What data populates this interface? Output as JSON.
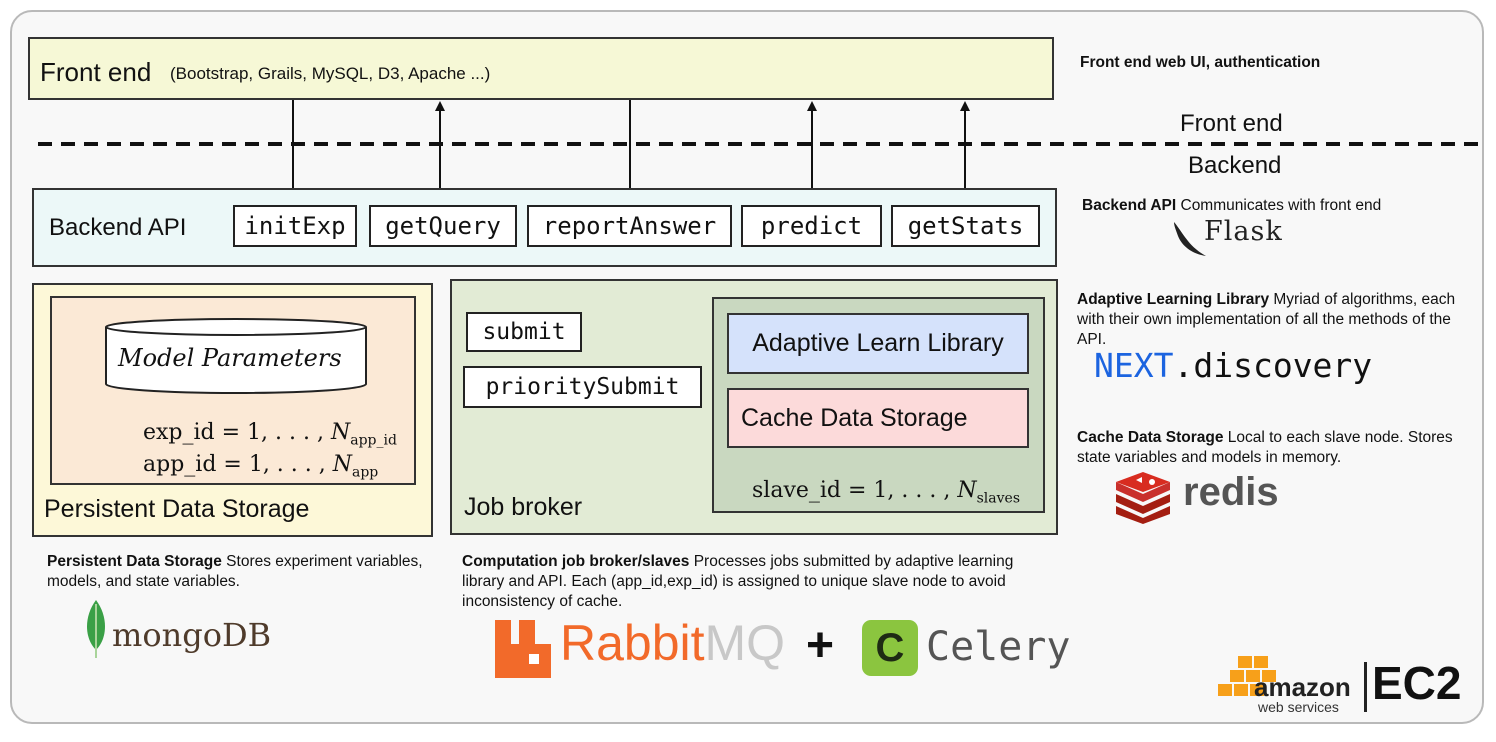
{
  "frontend_box": {
    "title": "Front end",
    "subtitle": "(Bootstrap, Grails, MySQL, D3, Apache ...)"
  },
  "divider": {
    "top_label": "Front end",
    "bottom_label": "Backend"
  },
  "backend_api": {
    "title": "Backend API",
    "methods": [
      "initExp",
      "getQuery",
      "reportAnswer",
      "predict",
      "getStats"
    ]
  },
  "persistent": {
    "title": "Persistent Data Storage",
    "cylinder_label": "Model Parameters",
    "eq1_lhs": "exp_id = 1, . . . , ",
    "eq1_N": "N",
    "eq1_sub": "app_id",
    "eq2_lhs": "app_id = 1, . . . , ",
    "eq2_N": "N",
    "eq2_sub": "app"
  },
  "job_broker": {
    "title": "Job broker",
    "submit": "submit",
    "priority_submit": "prioritySubmit",
    "adaptive_lib": "Adaptive Learn Library",
    "cache": "Cache Data Storage",
    "slave_lhs": "slave_id = 1, . . . , ",
    "slave_N": "N",
    "slave_sub": "slaves"
  },
  "right_panel": {
    "frontend_desc": "Front end web UI, authentication",
    "backend_bold": "Backend API",
    "backend_text": " Communicates with front end",
    "flask_logo": "Flask",
    "adaptive_bold": "Adaptive Learning Library",
    "adaptive_text": " Myriad of algorithms, each with their own implementation of all the methods of the API.",
    "next_logo_a": "NEXT",
    "next_logo_b": ".discovery",
    "cache_bold": "Cache Data Storage",
    "cache_text": " Local to each slave node. Stores state variables and models in memory.",
    "redis_logo": "redis"
  },
  "bottom": {
    "persistent_bold": "Persistent Data Storage",
    "persistent_text": " Stores experiment variables, models, and state variables.",
    "mongo_logo": "mongoDB",
    "broker_bold": "Computation job broker/slaves",
    "broker_text": " Processes jobs submitted by adaptive learning library and API. Each (app_id,exp_id) is assigned to unique slave node to avoid inconsistency of cache.",
    "rabbit_logo_a": "Rabbit",
    "rabbit_logo_b": "MQ",
    "plus": "+",
    "celery_logo_c": "C",
    "celery_logo": "Celery",
    "amazon_logo": "amazon",
    "amazon_sub": "web services",
    "ec2": "EC2"
  },
  "colors": {
    "frontend_bg": "#f6f8d6",
    "backend_bg": "#ecf8f8",
    "persistent_bg": "#fdf8d8",
    "persistent_inner": "#fbe9d6",
    "broker_bg": "#e2ebd5",
    "slave_bg": "#c9d8c0",
    "adaptive_bg": "#d5e2fb",
    "cache_bg": "#fcdada",
    "rabbit": "#f26a2a",
    "redis": "#c9302c",
    "celery": "#8bc53f",
    "mongo_leaf": "#3aa046",
    "next_blue": "#1c64e0",
    "aws_orange": "#f7a01a"
  }
}
